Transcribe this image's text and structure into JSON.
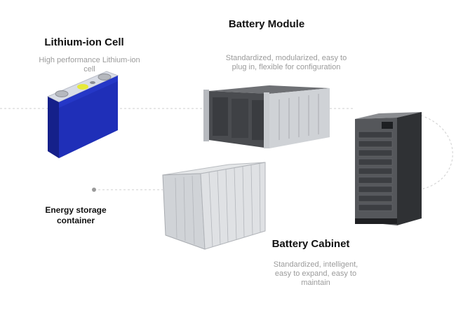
{
  "cell": {
    "title": "Lithium-ion Cell",
    "description": "High performance Lithium-ion cell"
  },
  "module": {
    "title": "Battery Module",
    "description": "Standardized, modularized, easy to plug in, flexible for configuration"
  },
  "container": {
    "title": "Energy storage container"
  },
  "cabinet": {
    "title": "Battery Cabinet",
    "description": "Standardized, intelligent, easy to expand, easy to maintain"
  },
  "colors": {
    "cell_blue": "#1f2fb8",
    "cell_top": "#d9dde6",
    "metal_light": "#d7d9dc",
    "metal_dark": "#3f4145",
    "cabinet_dark": "#4a4c50",
    "connector_line": "#cfcfcf",
    "muted_text": "#9b9b9b"
  }
}
